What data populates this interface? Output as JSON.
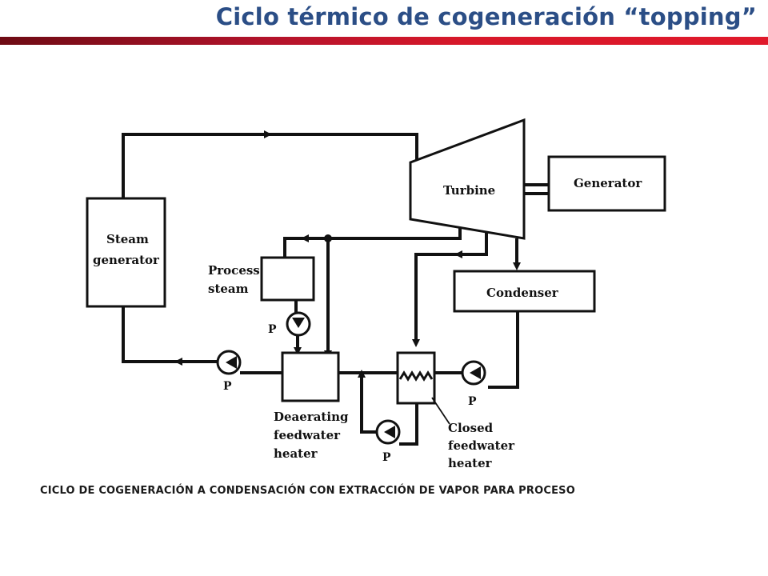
{
  "title": "Ciclo térmico de cogeneración “topping”",
  "caption": "CICLO DE COGENERACIÓN A CONDENSACIÓN CON EXTRACCIÓN DE VAPOR PARA PROCESO",
  "components": {
    "steam_generator": [
      "Steam",
      "generator"
    ],
    "turbine": "Turbine",
    "generator": "Generator",
    "condenser": "Condenser",
    "process_steam": [
      "Process",
      "steam"
    ],
    "deaerating_heater": [
      "Deaerating",
      "feedwater",
      "heater"
    ],
    "closed_heater": [
      "Closed",
      "feedwater",
      "heater"
    ],
    "pump": "P"
  },
  "colors": {
    "title": "#2b4e86",
    "bar": "#c8102e",
    "line": "#111111"
  }
}
